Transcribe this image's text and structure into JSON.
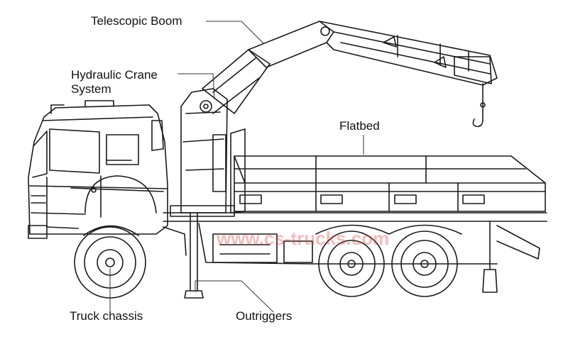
{
  "labels": {
    "telescopic_boom": "Telescopic Boom",
    "hydraulic_crane_line1": "Hydraulic Crane",
    "hydraulic_crane_line2": "System",
    "flatbed": "Flatbed",
    "truck_chassis": "Truck chassis",
    "outriggers": "Outriggers"
  },
  "watermark": "www.cs-trucks.com",
  "colors": {
    "line": "#1a1a1a",
    "leader": "#333333",
    "watermark": "#e23c3c",
    "background": "#ffffff"
  }
}
